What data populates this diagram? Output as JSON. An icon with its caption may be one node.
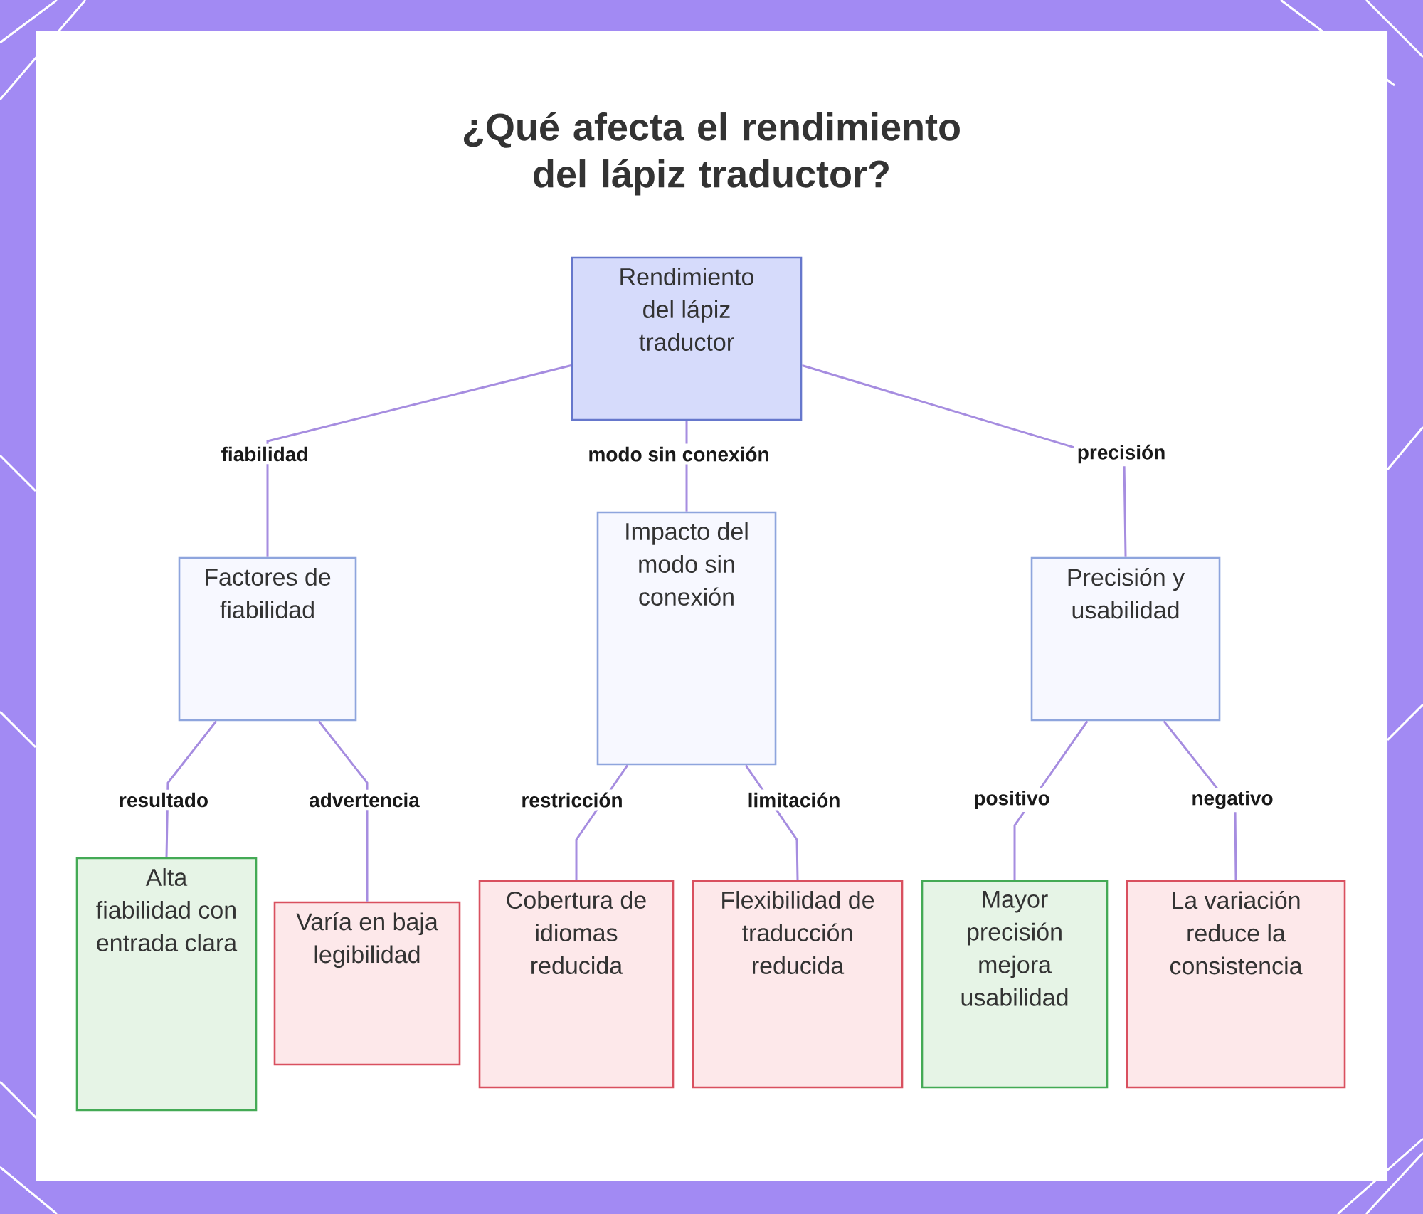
{
  "diagram": {
    "title": "¿Qué afecta el rendimiento del lápiz traductor?",
    "nodes": [
      {
        "text": [
          "Rendimiento del lápiz traductor"
        ]
      },
      {
        "text": [
          "Factores de fiabilidad"
        ]
      },
      {
        "text": [
          "Impacto del modo sin conexión"
        ]
      },
      {
        "text": [
          "Precisión y usabilidad"
        ]
      },
      {
        "text": [
          "Alta fiabilidad con entrada clara"
        ]
      },
      {
        "text": [
          "Varía en baja legibilidad"
        ]
      },
      {
        "text": [
          "Cobertura de idiomas reducida"
        ]
      },
      {
        "text": [
          "Flexibilidad de traducción reducida"
        ]
      },
      {
        "text": [
          "Mayor precisión mejora usabilidad"
        ]
      },
      {
        "text": [
          "La variación reduce la consistencia"
        ]
      }
    ],
    "edges": [
      {
        "from": 0,
        "to": 1,
        "arrow": "none",
        "label": "fiabilidad"
      },
      {
        "from": 0,
        "to": 2,
        "arrow": "none",
        "label": "modo sin conexión"
      },
      {
        "from": 0,
        "to": 3,
        "arrow": "none",
        "label": "precisión"
      },
      {
        "from": 1,
        "to": 4,
        "arrow": "none",
        "label": "resultado"
      },
      {
        "from": 1,
        "to": 5,
        "arrow": "none",
        "label": "advertencia"
      },
      {
        "from": 2,
        "to": 6,
        "arrow": "none",
        "label": "restricción"
      },
      {
        "from": 2,
        "to": 7,
        "arrow": "none",
        "label": "limitación"
      },
      {
        "from": 3,
        "to": 8,
        "arrow": "none",
        "label": "positivo"
      },
      {
        "from": 3,
        "to": 9,
        "arrow": "none",
        "label": "negativo"
      }
    ]
  }
}
